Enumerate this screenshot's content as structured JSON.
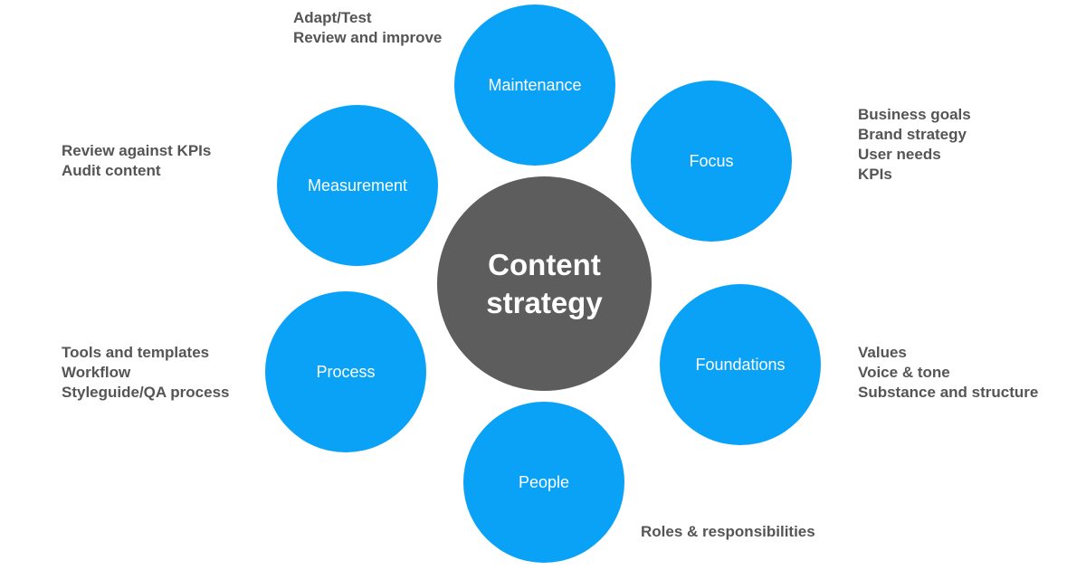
{
  "center": {
    "line1": "Content",
    "line2": "strategy"
  },
  "nodes": {
    "maintenance": {
      "label": "Maintenance",
      "notes": [
        "Adapt/Test",
        "Review and improve"
      ]
    },
    "focus": {
      "label": "Focus",
      "notes": [
        "Business goals",
        "Brand strategy",
        "User needs",
        "KPIs"
      ]
    },
    "foundations": {
      "label": "Foundations",
      "notes": [
        "Values",
        "Voice & tone",
        "Substance and structure"
      ]
    },
    "people": {
      "label": "People",
      "notes": [
        "Roles & responsibilities"
      ]
    },
    "process": {
      "label": "Process",
      "notes": [
        "Tools and templates",
        "Workflow",
        "Styleguide/QA process"
      ]
    },
    "measurement": {
      "label": "Measurement",
      "notes": [
        "Review against KPIs",
        "Audit content"
      ]
    }
  },
  "colors": {
    "node": "#0aa2f7",
    "center": "#5d5d5d",
    "text": "#555555"
  }
}
